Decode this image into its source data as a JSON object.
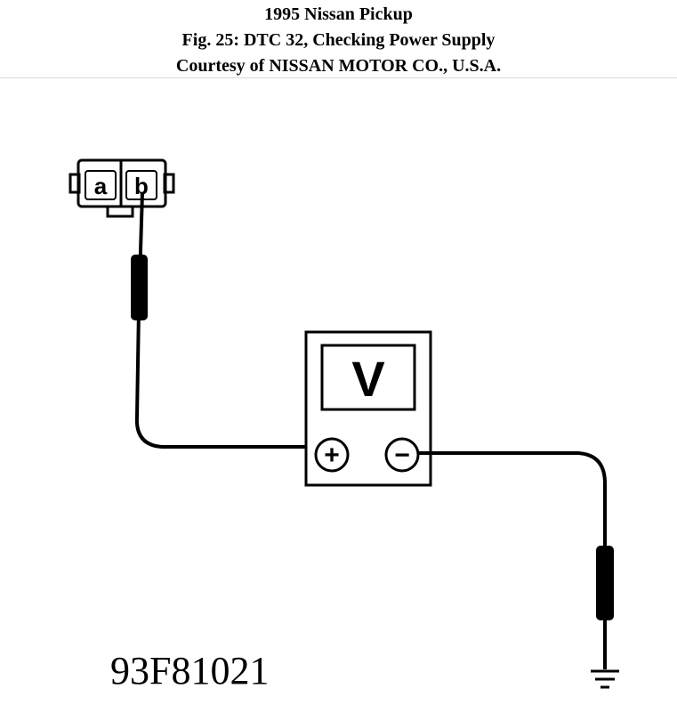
{
  "header": {
    "line1": "1995 Nissan Pickup",
    "line2": "Fig. 25: DTC 32, Checking Power Supply",
    "line3": "Courtesy of NISSAN MOTOR CO., U.S.A."
  },
  "diagram": {
    "connector_terminal_a": "a",
    "connector_terminal_b": "b",
    "meter_symbol": "V",
    "positive_symbol": "+",
    "negative_symbol": "−",
    "figure_id": "93F81021"
  },
  "colors": {
    "ink": "#000000",
    "background": "#ffffff"
  }
}
